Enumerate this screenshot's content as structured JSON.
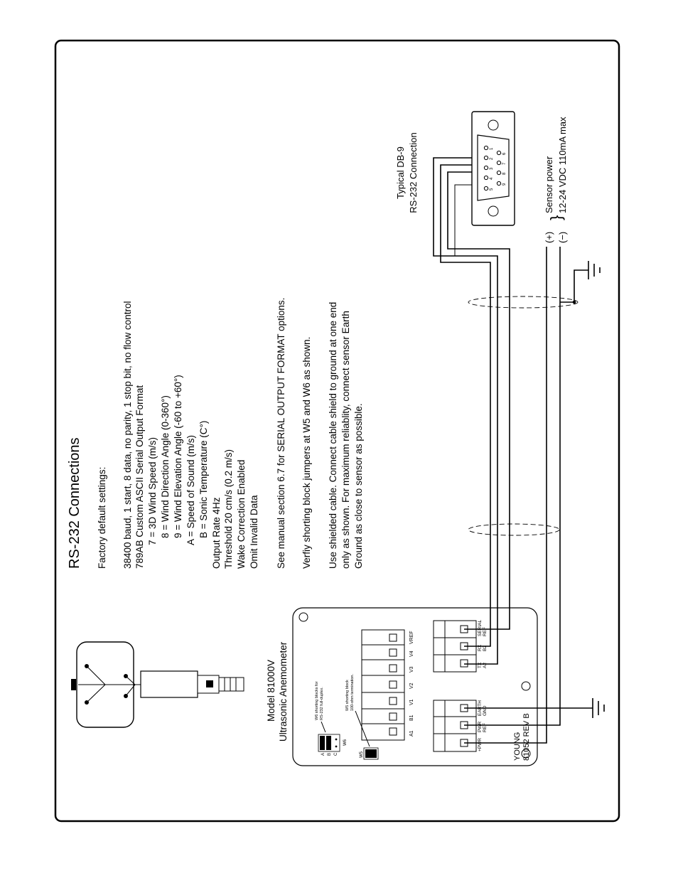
{
  "title": "RS-232 Connections",
  "settings": {
    "heading": "Factory default settings:",
    "lines": [
      "38400 baud, 1 start, 8 data, no parity, 1 stop bit, no flow control",
      "789AB Custom ASCII Serial Output Format",
      "7 = 3D Wind Speed (m/s)",
      "8 = Wind Direction Angle (0-360°)",
      "9 = Wind Elevation Angle (-60 to +60°)",
      "A = Speed of Sound (m/s)",
      "B = Sonic Temperature (C°)",
      "Output Rate 4Hz",
      "Threshold 20 cm/s (0.2 m/s)",
      "Wake Correction Enabled",
      "Omit Invalid Data"
    ],
    "manual_note": "See manual section 6.7 for SERIAL OUTPUT FORMAT options.",
    "jumper_note": "Verfiy shorting block jumpers at W5 and W6 as shown.",
    "shield_note": [
      "Use shielded cable. Connect cable shield to ground at one end",
      "only as shown. For maximum reliablity, connect sensor Earth",
      "Ground as close to sensor as possible."
    ]
  },
  "device": {
    "model": "Model 81000V",
    "name": "Ultrasonic Anemometer",
    "board_id": "YOUNG",
    "board_rev": "81052 REV B",
    "w6_label": "W6",
    "w5_label": "W5",
    "w6_note": [
      "W6 shorting blocks for",
      "RS-232 full-duplex."
    ],
    "w5_note": [
      "W5 shorting block",
      "100-ohm termination."
    ],
    "jumper_rows": [
      "A",
      "B",
      "C"
    ],
    "analog_terminals": [
      "A1",
      "B1",
      "V1",
      "V2",
      "V3",
      "V4",
      "VREF"
    ],
    "power_terminals": {
      "top": [
        "+PWR",
        "PWR",
        "EARTH"
      ],
      "bottom": [
        "REF",
        "GND"
      ]
    },
    "serial_terminals": {
      "top": [
        "TX",
        "RX",
        "SERIAL"
      ],
      "bottom": [
        "A2",
        "B2",
        "REF"
      ]
    }
  },
  "db9": {
    "label1": "Typical DB-9",
    "label2": "RS-232 Connection",
    "pins_top": [
      "5",
      "4",
      "3",
      "2",
      "1"
    ],
    "pins_bottom": [
      "9",
      "8",
      "7",
      "6"
    ]
  },
  "power": {
    "plus": "(+)",
    "minus": "(−)",
    "brace": "}",
    "label": "Sensor power",
    "spec": "12-24 VDC 110mA max"
  }
}
